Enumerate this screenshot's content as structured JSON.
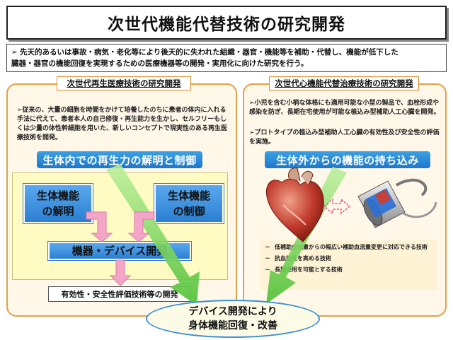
{
  "title": "次世代機能代替技術の研究開発",
  "intro": {
    "bullet": "➢",
    "line1": "先天的あるいは事故・病気・老化等により後天的に失われた組織・器官・機能等を補助・代替し、機能が低下した",
    "line2": "臓器・器官の機能回復を実現するための医療機器等の開発・実用化に向けた研究を行う。"
  },
  "left_panel": {
    "header": "次世代再生医療技術の研究開発",
    "text": "➢従来の、大量の細胞を時間をかけて培養したのちに患者の体内に入れる手法に代えて、患者本人の自己修復・再生能力を生かし、セルフリーもしくは少量の体性幹細胞を用いた、新しいコンセプトで現実性のある再生医療技術を開発。",
    "banner": "生体内での再生力の解明と制御",
    "box_elucidate": [
      "生体機能",
      "の解明"
    ],
    "box_control": [
      "生体機能",
      "の制御"
    ],
    "box_device": "機器・デバイス開発",
    "eval": "有効性・安全性評価技術等の開発"
  },
  "right_panel": {
    "header": "次世代心機能代替治療技術の研究開発",
    "text1": "➢小児を含む小柄な体格にも適用可能な小型の製品で、血栓形成や感染を防ぎ、長期在宅使用が可能な植込み型補助人工心臓を開発。",
    "text2": "➢プロトタイプの植込み型補助人工心臓の有効性及び安全性の評価を実施。",
    "banner": "生体外からの機能の持ち込み",
    "tech_list": [
      "低補助血流量からの幅広い補助血流量変更に対応できる技術",
      "抗血栓性を高める技術",
      "長期使用を可能とする技術"
    ],
    "list_marker": "－"
  },
  "goal": {
    "line1": "デバイス開発により",
    "line2": "身体機能回復・改善"
  },
  "colors": {
    "panel_border": "#e3a14a",
    "panel_fill": "#fff7e8",
    "banner_blue": "#1f78c8",
    "green_arrow": "#7ed35a",
    "pink_arrow": "#f4a6c8"
  }
}
